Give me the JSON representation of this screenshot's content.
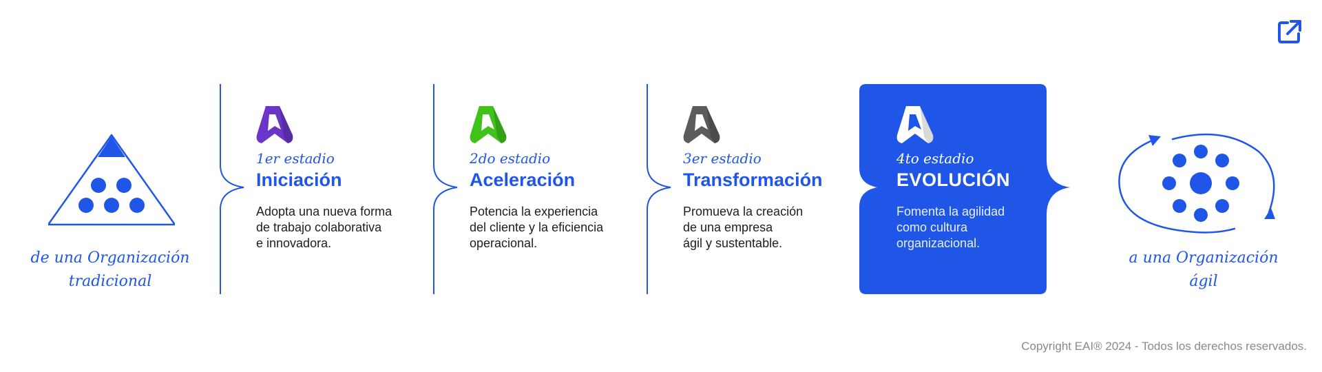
{
  "colors": {
    "accent": "#1f56e8",
    "card_bg": "#1f56e8",
    "logo_purple": "#6a35c8",
    "logo_green": "#3fc21a",
    "logo_gray": "#5c5c5c",
    "logo_white": "#ffffff",
    "text": "#1d1d1d",
    "footer_text": "#8a8a8a"
  },
  "toolbar": {
    "open_icon": "external-link-icon"
  },
  "from_org": {
    "label_line1": "de una Organización",
    "label_line2": "tradicional",
    "icon": "pyramid-org-icon"
  },
  "to_org": {
    "label_line1": "a una Organización",
    "label_line2": "ágil",
    "icon": "agile-cluster-icon"
  },
  "stages": [
    {
      "number": "1er estadio",
      "title": "Iniciación",
      "desc_lines": [
        "Adopta una nueva forma",
        "de trabajo colaborativa",
        "e innovadora."
      ],
      "logo_icon": "stage-logo-icon",
      "logo_color": "#6a35c8"
    },
    {
      "number": "2do estadio",
      "title": "Aceleración",
      "desc_lines": [
        "Potencia la experiencia",
        "del cliente y la eficiencia",
        "operacional."
      ],
      "logo_icon": "stage-logo-icon",
      "logo_color": "#3fc21a"
    },
    {
      "number": "3er estadio",
      "title": "Transformación",
      "desc_lines": [
        "Promueva la creación",
        "de una empresa",
        "ágil y sustentable."
      ],
      "logo_icon": "stage-logo-icon",
      "logo_color": "#5c5c5c"
    },
    {
      "number": "4to estadio",
      "title": "EVOLUCIÓN",
      "desc_lines": [
        "Fomenta la agilidad",
        "como cultura",
        "organizacional."
      ],
      "logo_icon": "stage-logo-icon",
      "logo_color": "#ffffff"
    }
  ],
  "footer": {
    "copyright": "Copyright EAI® 2024 - Todos los derechos reservados."
  }
}
